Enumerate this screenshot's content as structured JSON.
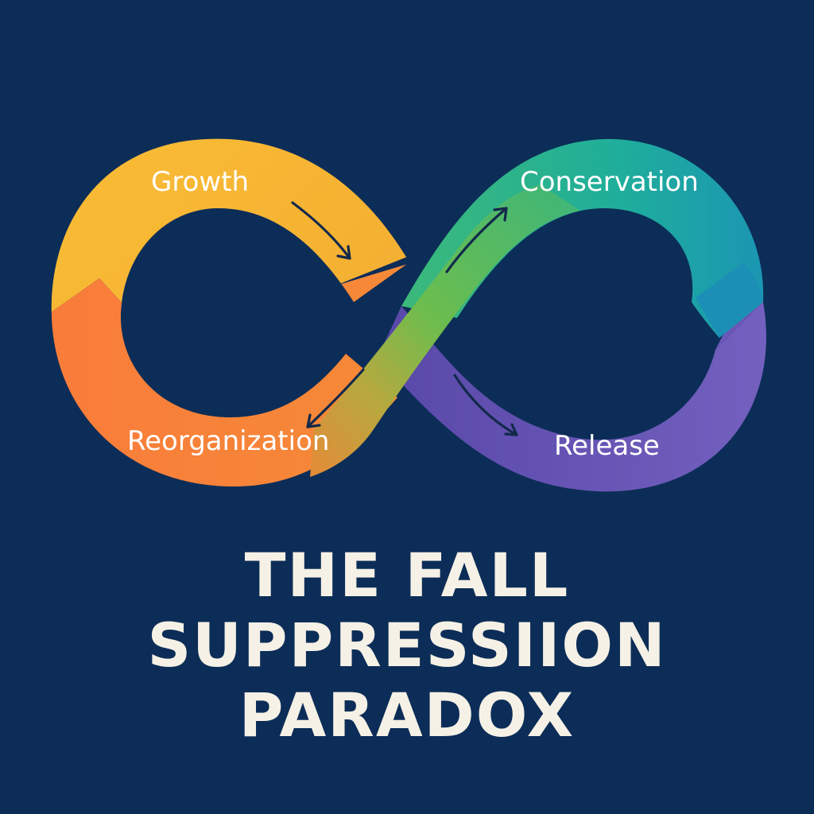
{
  "diagram": {
    "phases": {
      "growth": {
        "label": "Growth",
        "color": "#f7b733"
      },
      "conservation": {
        "label": "Conservation",
        "color": "#21a99a"
      },
      "release": {
        "label": "Release",
        "color": "#6f5bbd"
      },
      "reorganization": {
        "label": "Reorganization",
        "color": "#f7813a"
      }
    },
    "background_color": "#0c2d57",
    "arrow_color": "#13294b"
  },
  "title": {
    "line1": "THE FALL",
    "line2": "SUPPRESSIION",
    "line3": "PARADOX"
  }
}
